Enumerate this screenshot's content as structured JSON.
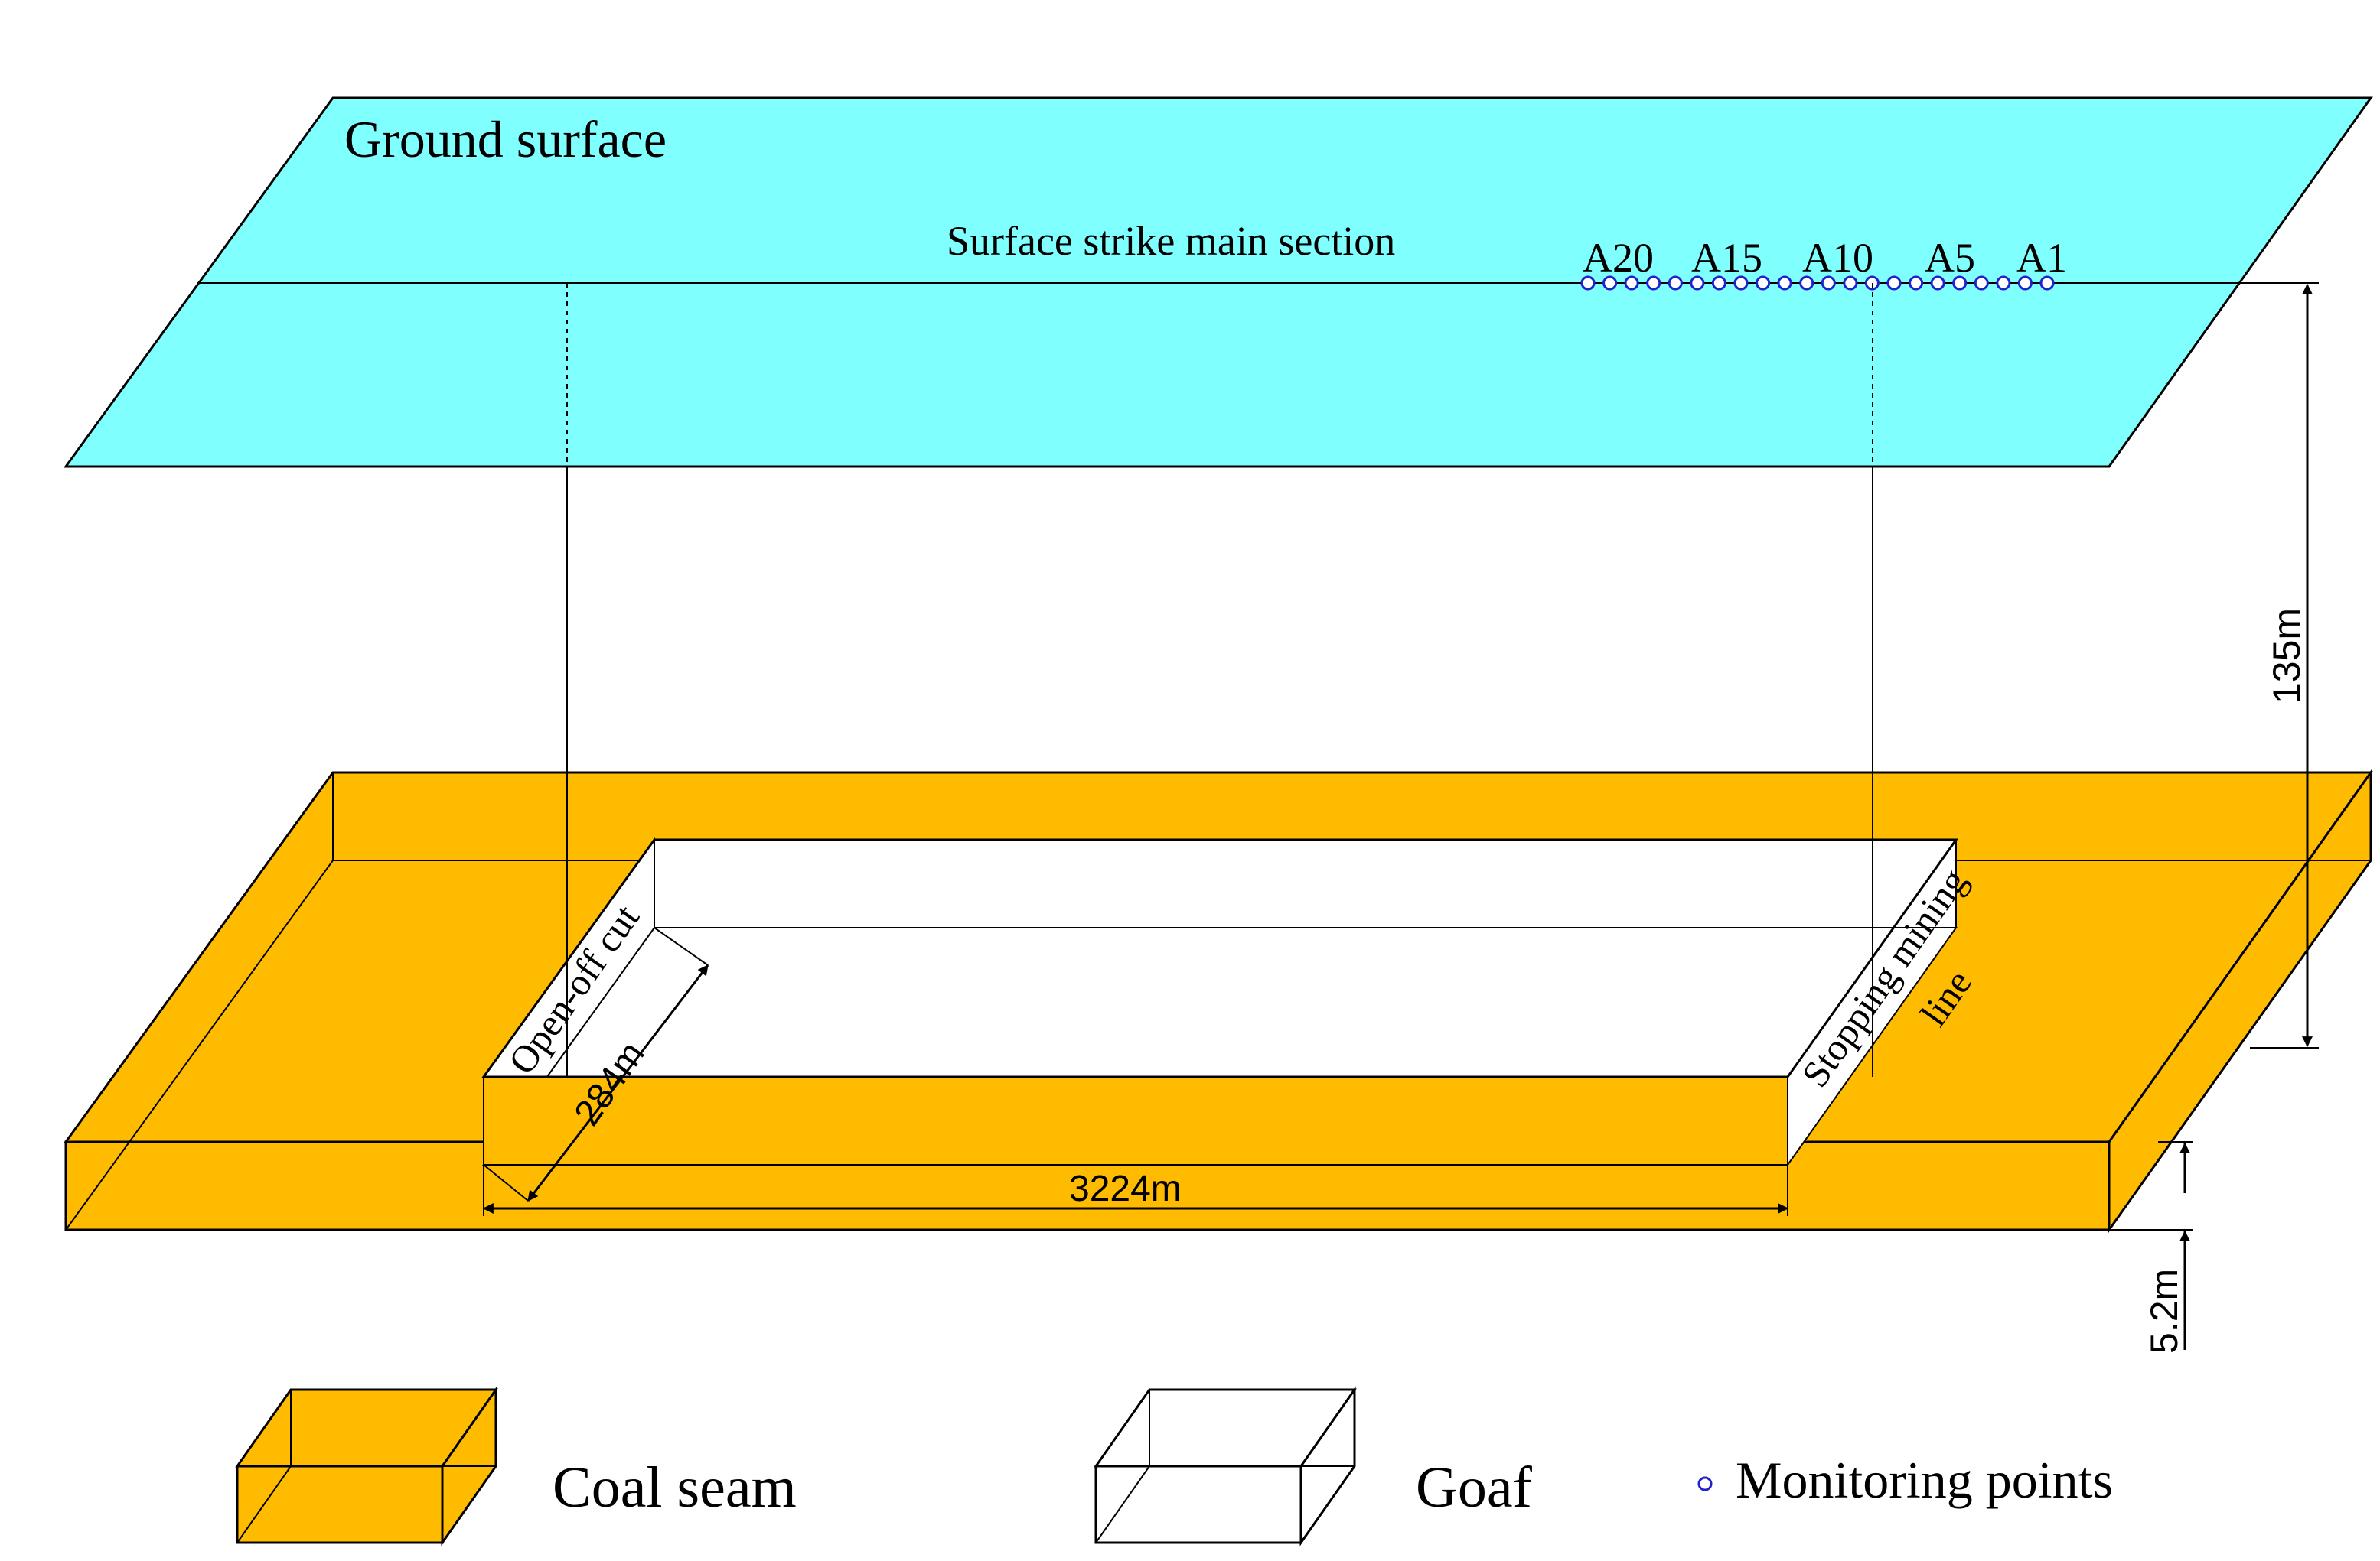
{
  "colors": {
    "ground": "#80FFFF",
    "coal": "#FFBB00",
    "goaf": "#FFFFFF",
    "line": "#000000",
    "monitor": "#2222CC"
  },
  "ground": {
    "label": "Ground surface",
    "section_label": "Surface strike main section"
  },
  "monitoring": {
    "labels": [
      "A20",
      "A15",
      "A10",
      "A5",
      "A1"
    ],
    "point_count": 22
  },
  "coal_panel": {
    "open_off_cut_label": "Open-off cut",
    "stopping_line_label_1": "Stopping mining",
    "stopping_line_label_2": "line"
  },
  "dimensions": {
    "depth": "135m",
    "width": "284m",
    "length": "3224m",
    "thickness": "5.2m"
  },
  "legend": {
    "coal_seam": "Coal seam",
    "goaf": "Goaf",
    "monitoring_points": "Monitoring points",
    "monitor_icon": "circle-outline-icon"
  }
}
